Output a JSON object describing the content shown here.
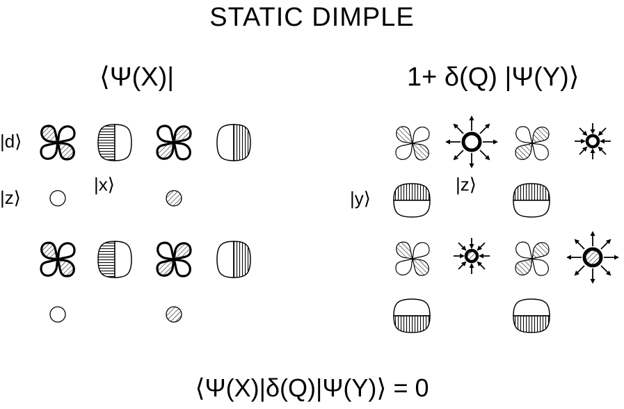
{
  "title": "STATIC DIMPLE",
  "left_bra": "⟨Ψ(X)|",
  "right_ket": "1+ δ(Q) |Ψ(Y)⟩",
  "labels": {
    "d": "|d⟩",
    "z_left": "|z⟩",
    "x": "|x⟩",
    "y": "|y⟩",
    "z_right": "|z⟩"
  },
  "equation": "⟨Ψ(X)|δ(Q)|Ψ(Y)⟩ = 0",
  "colors": {
    "ink": "#000000",
    "paper": "#ffffff"
  }
}
